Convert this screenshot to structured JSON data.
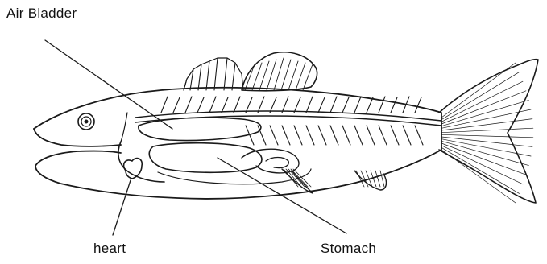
{
  "labels": {
    "air_bladder": "Air Bladder",
    "heart": "heart",
    "stomach": "Stomach"
  },
  "colors": {
    "ink": "#1a1a1a",
    "background": "#ffffff"
  }
}
